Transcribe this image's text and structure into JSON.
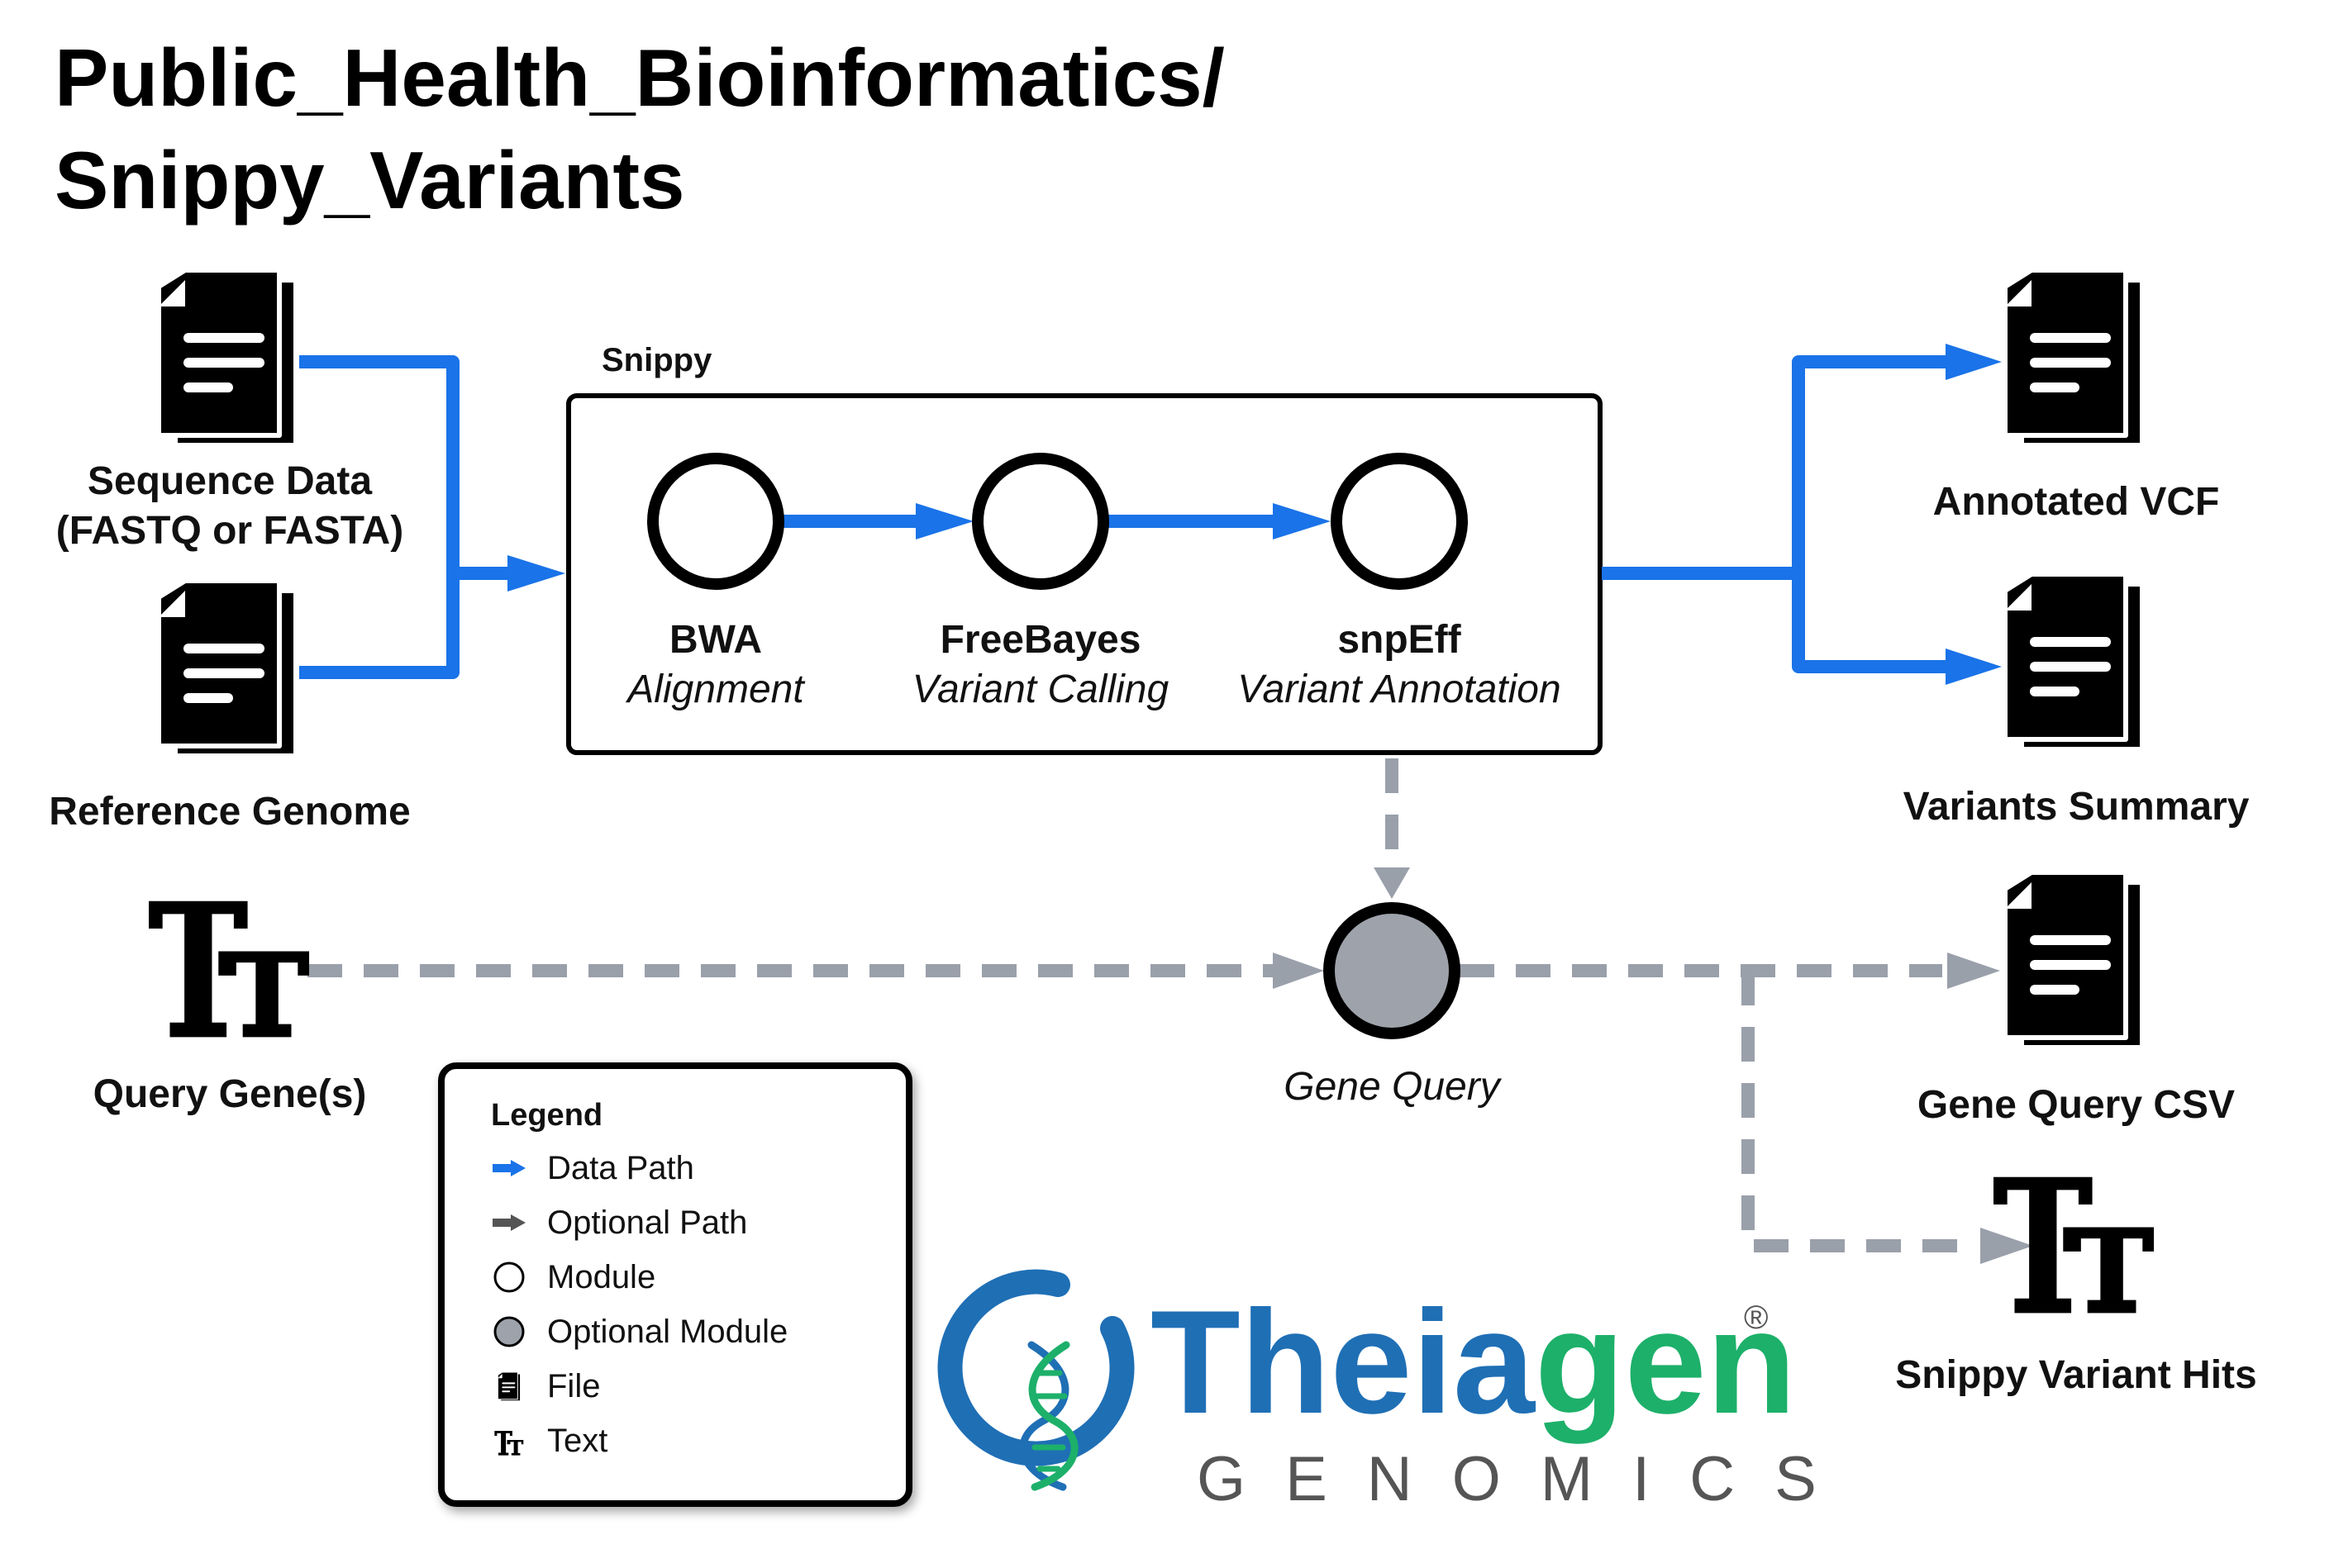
{
  "title": {
    "line1": "Public_Health_Bioinformatics/",
    "line2": "Snippy_Variants"
  },
  "colors": {
    "data_path": "#1a73e8",
    "optional_path": "#9aa0aa",
    "optional_module_fill": "#9ea3ab",
    "logo_blue": "#1f6fb5",
    "logo_green": "#1db06a",
    "logo_gray": "#555555"
  },
  "inputs": {
    "sequence_data": {
      "line1": "Sequence Data",
      "line2": "(FASTQ or FASTA)",
      "icon": "file-icon"
    },
    "reference_genome": {
      "label": "Reference Genome",
      "icon": "file-icon"
    },
    "query_genes": {
      "label": "Query Gene(s)",
      "icon": "text-icon"
    }
  },
  "snippy": {
    "group_label": "Snippy",
    "modules": [
      {
        "name": "BWA",
        "subtitle": "Alignment"
      },
      {
        "name": "FreeBayes",
        "subtitle": "Variant Calling"
      },
      {
        "name": "snpEff",
        "subtitle": "Variant Annotation"
      }
    ]
  },
  "gene_query": {
    "label": "Gene Query",
    "type": "optional-module"
  },
  "outputs": {
    "annotated_vcf": {
      "label": "Annotated VCF",
      "icon": "file-icon"
    },
    "variants_summary": {
      "label": "Variants Summary",
      "icon": "file-icon"
    },
    "gene_query_csv": {
      "label": "Gene Query CSV",
      "icon": "file-icon"
    },
    "snippy_variant_hits": {
      "label": "Snippy Variant Hits",
      "icon": "text-icon"
    }
  },
  "legend": {
    "title": "Legend",
    "items": [
      {
        "label": "Data Path",
        "icon": "data-path-arrow-icon"
      },
      {
        "label": "Optional Path",
        "icon": "optional-path-arrow-icon"
      },
      {
        "label": "Module",
        "icon": "module-circle-icon"
      },
      {
        "label": "Optional Module",
        "icon": "optional-module-circle-icon"
      },
      {
        "label": "File",
        "icon": "file-icon"
      },
      {
        "label": "Text",
        "icon": "text-icon"
      }
    ]
  },
  "logo": {
    "wordmark": "Theiagen",
    "wordmark_part1": "Theia",
    "wordmark_part2": "gen",
    "tagline": "GENOMICS",
    "registered": "®"
  }
}
